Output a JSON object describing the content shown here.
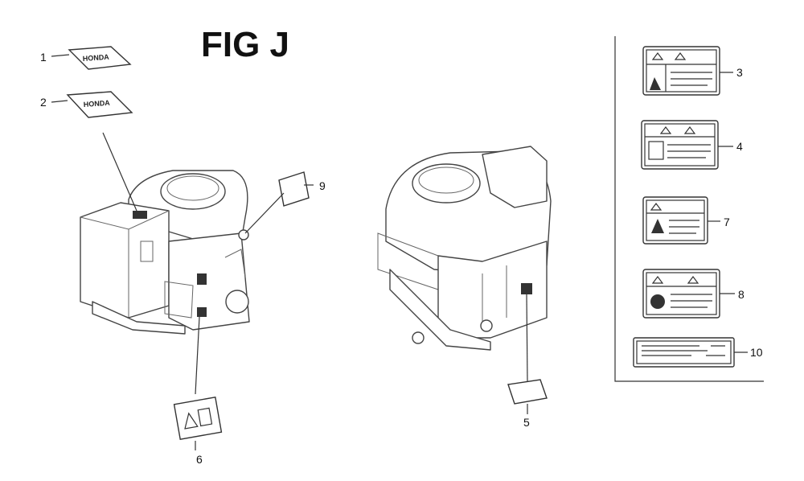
{
  "figure": {
    "title": "FIG J"
  },
  "decals": {
    "brand_text": "HONDA"
  },
  "callouts": {
    "c1": "1",
    "c2": "2",
    "c3": "3",
    "c4": "4",
    "c5": "5",
    "c6": "6",
    "c7": "7",
    "c8": "8",
    "c9": "9",
    "c10": "10"
  }
}
